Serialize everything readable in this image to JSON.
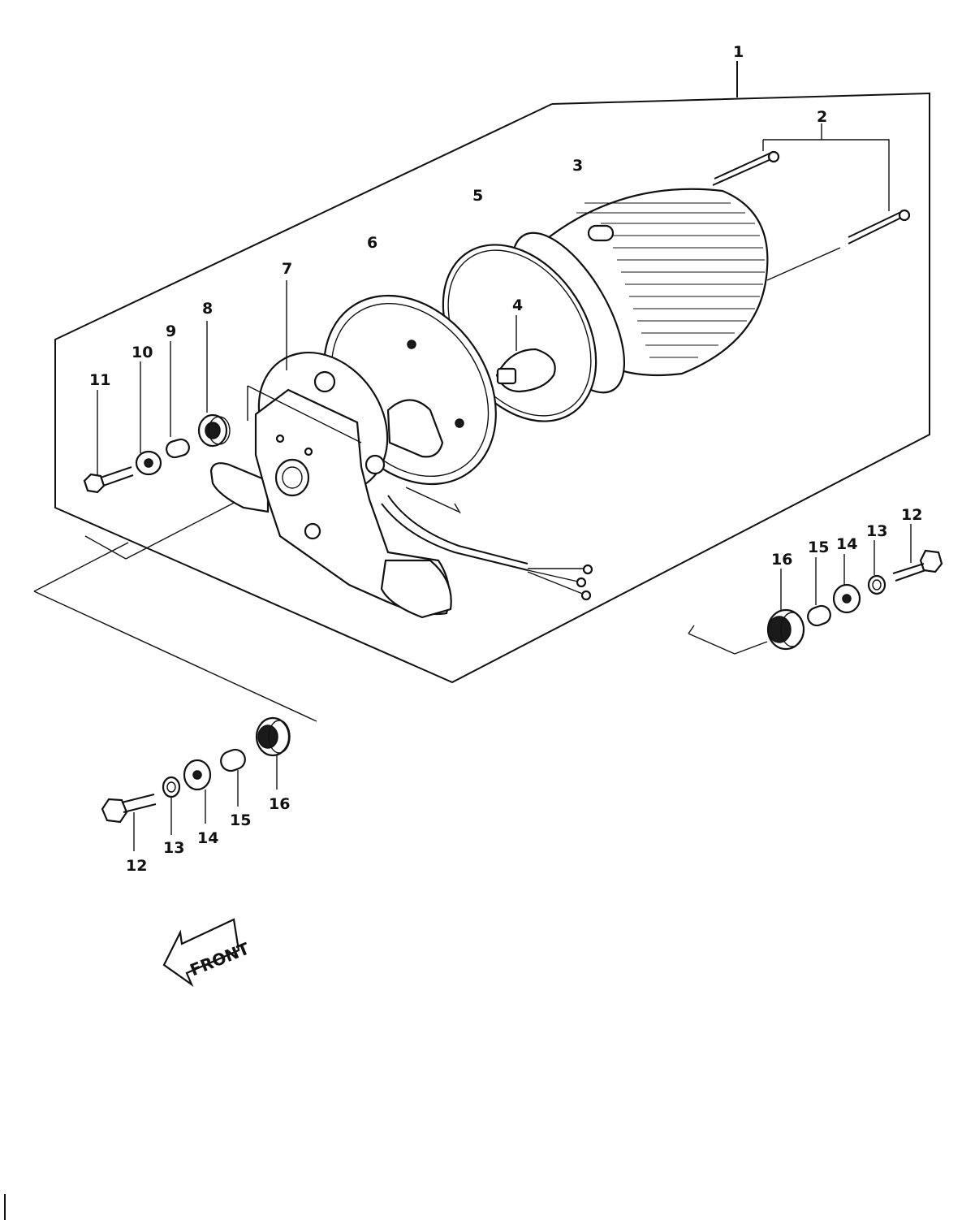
{
  "callouts": {
    "c1": "1",
    "c2": "2",
    "c3": "3",
    "c4": "4",
    "c5": "5",
    "c6": "6",
    "c7": "7",
    "c8": "8",
    "c9": "9",
    "c10": "10",
    "c11": "11",
    "c12a": "12",
    "c13a": "13",
    "c14a": "14",
    "c15a": "15",
    "c16a": "16",
    "c12b": "12",
    "c13b": "13",
    "c14b": "14",
    "c15b": "15",
    "c16b": "16"
  },
  "front_arrow": {
    "label": "FRONT"
  }
}
